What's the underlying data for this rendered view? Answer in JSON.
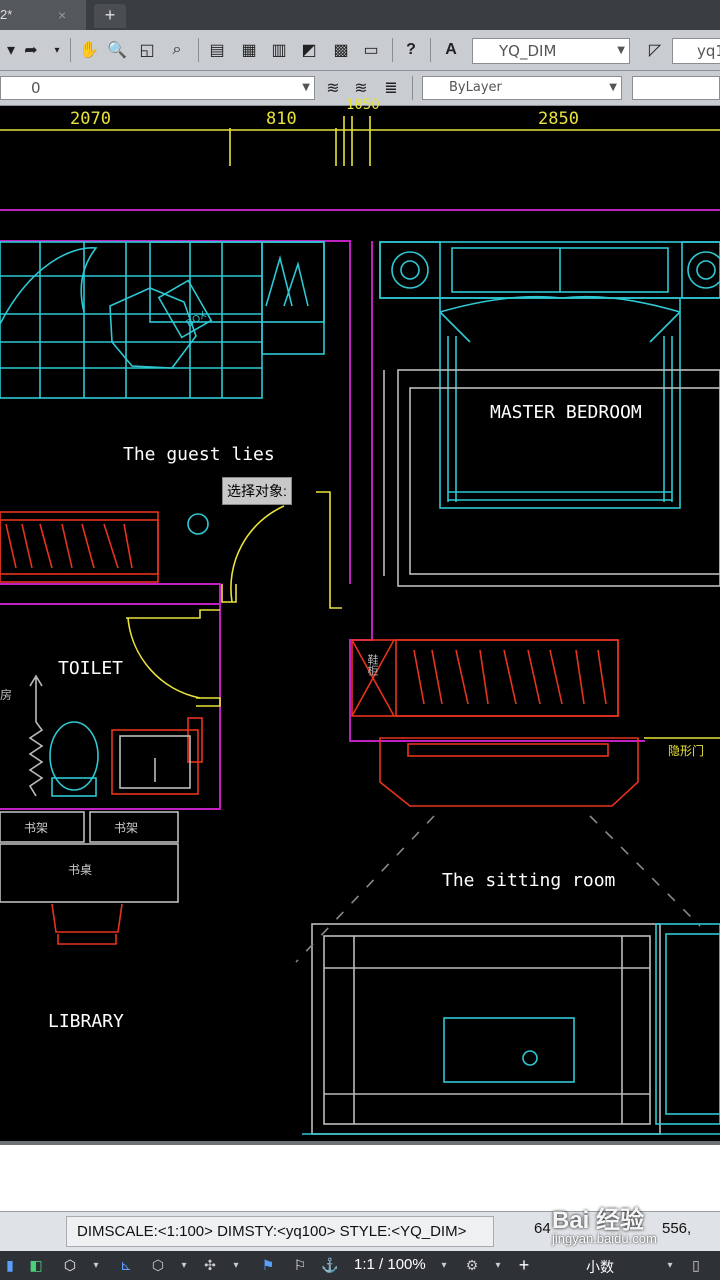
{
  "tabs": {
    "active_label": "2*",
    "close": "×",
    "add": "+"
  },
  "toolbar1": {
    "dimstyle_value": "YQ_DIM",
    "right_value": "yq1"
  },
  "toolbar2": {
    "layer_value": "0",
    "color_value": "ByLayer"
  },
  "drawing": {
    "dims": [
      "2070",
      "810",
      "1050",
      "2850"
    ],
    "rooms": {
      "guest": "The guest lies",
      "master": "MASTER BEDROOM",
      "toilet": "TOILET",
      "sitting": "The sitting room",
      "library": "LIBRARY"
    },
    "small_labels": {
      "desk": "书桌",
      "cab1": "书架",
      "cab2": "书架",
      "hidden_door": "隐形门",
      "shoe_cab": "鞋柜",
      "partial": "房",
      "box": "BOX"
    },
    "tooltip": "选择对象:"
  },
  "status": {
    "text": "DIMSCALE:<1:100> DIMSTY:<yq100> STYLE:<YQ_DIM>",
    "coords": "64",
    "coords_tail": "556,"
  },
  "bottombar": {
    "scale": "1:1 / 100%",
    "unit": "小数"
  },
  "watermark": {
    "logo": "Bai 经验",
    "url": "jingyan.baidu.com"
  }
}
